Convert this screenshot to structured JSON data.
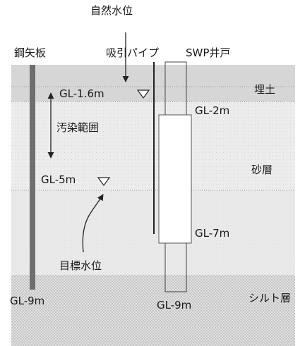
{
  "labels": {
    "natural_water_level": "自然水位",
    "sheet_pile": "鋼矢板",
    "suction_pipe": "吸引パイプ",
    "swp_well": "SWP井戸",
    "fill_layer": "埋土",
    "sand_layer": "砂層",
    "silt_layer": "シルト層",
    "contamination_range": "汚染範囲",
    "target_water_level": "目標水位",
    "gl_1_6": "GL-1.6m",
    "gl_2": "GL-2m",
    "gl_5": "GL-5m",
    "gl_7": "GL-7m",
    "gl_9_pile": "GL-9m",
    "gl_9_well": "GL-9m"
  },
  "colors": {
    "fill_layer": "#d9d9d9",
    "sand_layer": "#e6e6e6",
    "silt_layer": "#d3d3d3",
    "sheet_pile": "#707070",
    "well_screen": "#ffffff",
    "line": "#222222"
  },
  "icons": {
    "water_level_marker": "triangle-down-icon",
    "range_arrow": "double-arrow-icon",
    "pointer_arrow": "arrow-icon"
  }
}
